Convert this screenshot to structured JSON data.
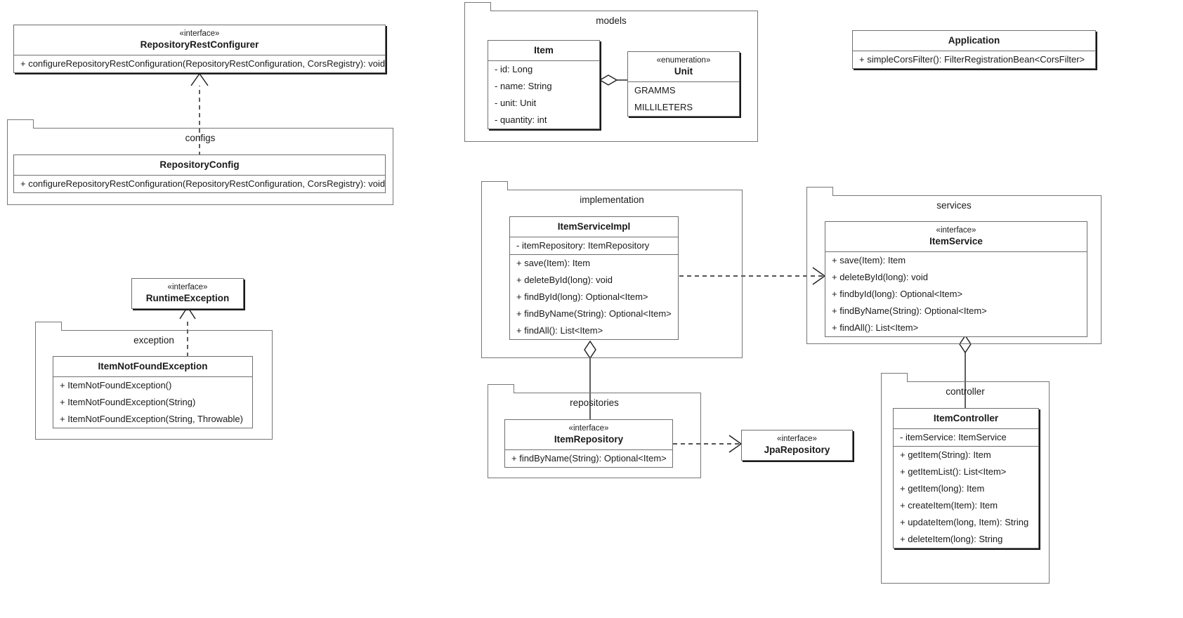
{
  "diagram": {
    "title": "UML class diagram",
    "stereotypes": {
      "interface": "«interface»",
      "enumeration": "«enumeration»"
    }
  },
  "classes": {
    "repositoryRestConfigurer": {
      "stereotype": "«interface»",
      "name": "RepositoryRestConfigurer",
      "methods": [
        "+ configureRepositoryRestConfiguration(RepositoryRestConfiguration, CorsRegistry): void"
      ]
    },
    "repositoryConfig": {
      "name": "RepositoryConfig",
      "methods": [
        "+ configureRepositoryRestConfiguration(RepositoryRestConfiguration, CorsRegistry): void"
      ]
    },
    "runtimeException": {
      "stereotype": "«interface»",
      "name": "RuntimeException",
      "methods": []
    },
    "itemNotFoundException": {
      "name": "ItemNotFoundException",
      "methods": [
        "+ ItemNotFoundException()",
        "+ ItemNotFoundException(String)",
        "+ ItemNotFoundException(String, Throwable)"
      ]
    },
    "item": {
      "name": "Item",
      "attributes": [
        "- id: Long",
        "- name: String",
        "- unit: Unit",
        "- quantity: int"
      ]
    },
    "unit": {
      "stereotype": "«enumeration»",
      "name": "Unit",
      "literals": [
        "GRAMMS",
        "MILLILETERS"
      ]
    },
    "application": {
      "name": "Application",
      "methods": [
        "+ simpleCorsFilter(): FilterRegistrationBean<CorsFilter>"
      ]
    },
    "itemServiceImpl": {
      "name": "ItemServiceImpl",
      "attributes": [
        "- itemRepository: ItemRepository"
      ],
      "methods": [
        "+ save(Item): Item",
        "+ deleteById(long): void",
        "+ findById(long): Optional<Item>",
        "+ findByName(String): Optional<Item>",
        "+ findAll(): List<Item>"
      ]
    },
    "itemService": {
      "stereotype": "«interface»",
      "name": "ItemService",
      "methods": [
        "+ save(Item): Item",
        "+ deleteById(long): void",
        "+ findbyId(long): Optional<Item>",
        "+ findByName(String): Optional<Item>",
        "+ findAll(): List<Item>"
      ]
    },
    "itemRepository": {
      "stereotype": "«interface»",
      "name": "ItemRepository",
      "methods": [
        "+ findByName(String): Optional<Item>"
      ]
    },
    "jpaRepository": {
      "stereotype": "«interface»",
      "name": "JpaRepository",
      "methods": []
    },
    "itemController": {
      "name": "ItemController",
      "attributes": [
        "- itemService: ItemService"
      ],
      "methods": [
        "+ getItem(String): Item",
        "+ getItemList(): List<Item>",
        "+ getItem(long): Item",
        "+ createItem(Item): Item",
        "+ updateItem(long, Item): String",
        "+ deleteItem(long): String"
      ]
    }
  },
  "packages": {
    "configs": {
      "name": "configs"
    },
    "exception": {
      "name": "exception"
    },
    "models": {
      "name": "models"
    },
    "implementation": {
      "name": "implementation"
    },
    "services": {
      "name": "services"
    },
    "repositories": {
      "name": "repositories"
    },
    "controller": {
      "name": "controller"
    }
  },
  "relations": [
    {
      "name": "realization-repositoryconfig-to-repositoryrestconfigurer",
      "type": "realization",
      "from": "RepositoryConfig",
      "to": "RepositoryRestConfigurer"
    },
    {
      "name": "realization-itemnotfoundexception-to-runtimeexception",
      "type": "realization",
      "from": "ItemNotFoundException",
      "to": "RuntimeException"
    },
    {
      "name": "aggregation-item-to-unit",
      "type": "aggregation",
      "from": "Item",
      "to": "Unit"
    },
    {
      "name": "realization-itemserviceimpl-to-itemservice",
      "type": "realization",
      "from": "ItemServiceImpl",
      "to": "ItemService"
    },
    {
      "name": "aggregation-itemserviceimpl-to-itemrepository",
      "type": "aggregation",
      "from": "ItemServiceImpl",
      "to": "ItemRepository"
    },
    {
      "name": "realization-itemrepository-to-jparepository",
      "type": "realization",
      "from": "ItemRepository",
      "to": "JpaRepository"
    },
    {
      "name": "aggregation-itemservice-to-itemcontroller",
      "type": "aggregation",
      "from": "ItemService",
      "to": "ItemController"
    }
  ],
  "colors": {
    "stroke": "#6f6f6f",
    "stroke_dark": "#1a1a1a",
    "background": "#ffffff",
    "text": "#1a1a1a"
  }
}
